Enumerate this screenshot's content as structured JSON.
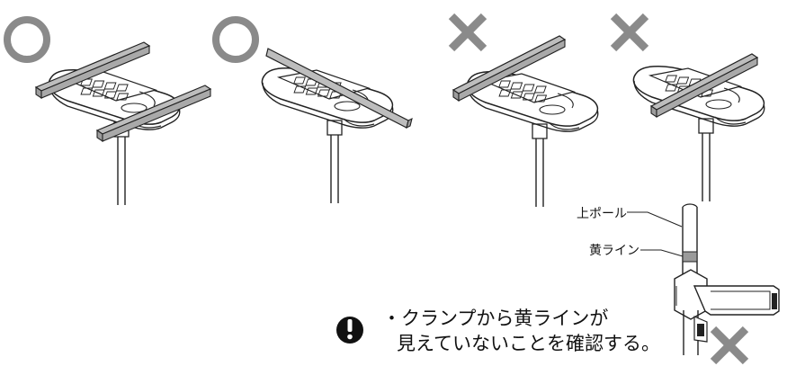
{
  "panels": [
    {
      "id": "panel-1",
      "mark": "circle"
    },
    {
      "id": "panel-2",
      "mark": "circle"
    },
    {
      "id": "panel-3",
      "mark": "cross"
    },
    {
      "id": "panel-4",
      "mark": "cross"
    }
  ],
  "detail": {
    "label_upper_pole": "上ポール",
    "label_yellow_line": "黄ライン",
    "mark": "cross"
  },
  "caution": {
    "icon": "exclamation-icon",
    "line1": "・クランプから黄ラインが",
    "line2": "見えていないことを確認する。"
  },
  "colors": {
    "mark_gray": "#8a8a8a",
    "bar_gray": "#bdbdbd",
    "yellow_band": "#9a9a9a",
    "ink": "#111111"
  }
}
